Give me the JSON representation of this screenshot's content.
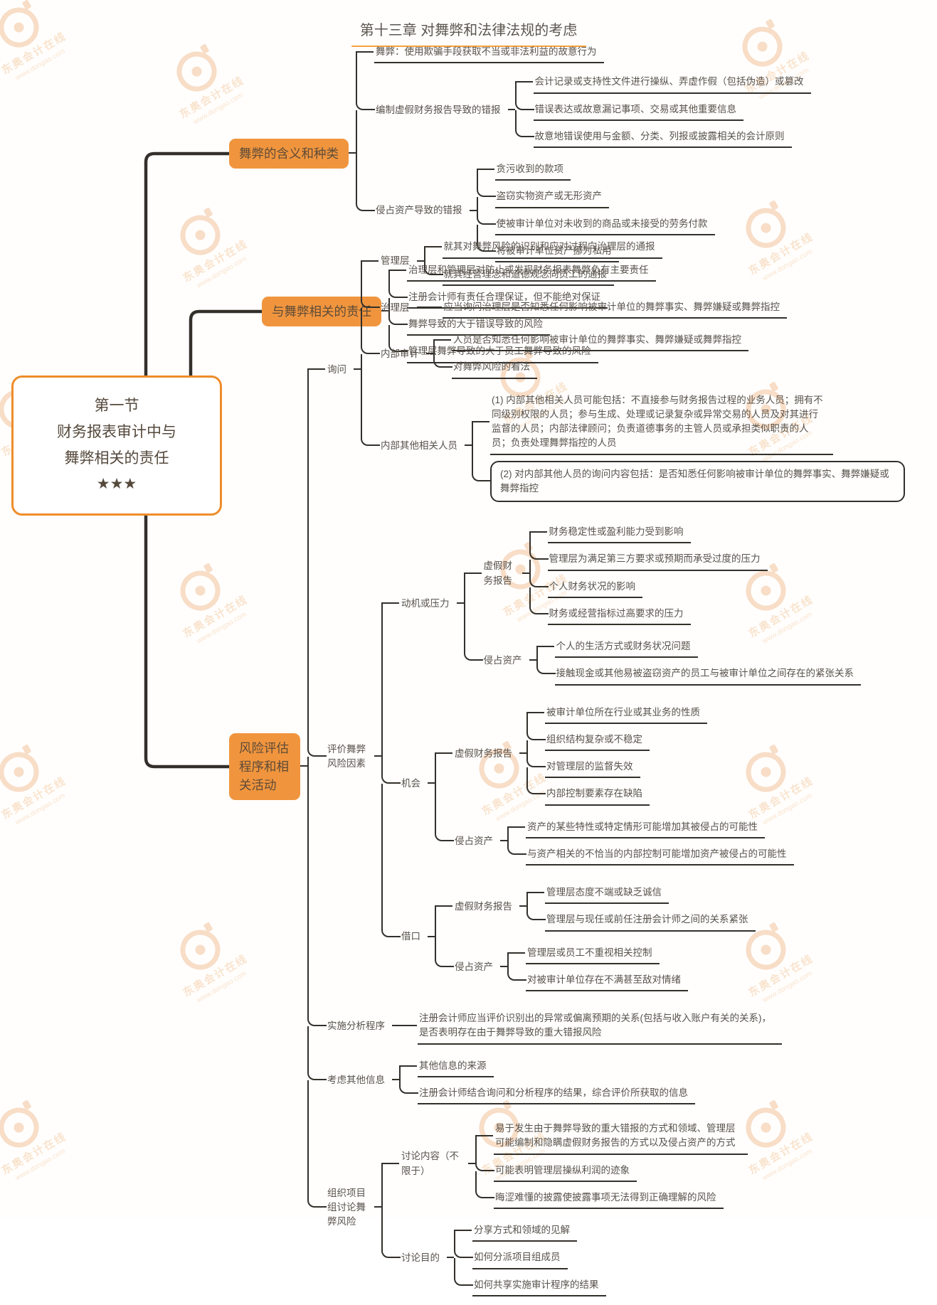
{
  "header": {
    "title": "第十三章 对舞弊和法律法规的考虑"
  },
  "watermark": {
    "brand": "东奥会计在线",
    "site": "www.dongao.com"
  },
  "accent_colors": {
    "branch_orange": "#f0953e",
    "connector": "#33302b",
    "title_underline": "#f6a13f",
    "root_border": "#ee8d2a"
  },
  "mindmap": {
    "root": {
      "lines": [
        "第一节",
        "财务报表审计中与",
        "舞弊相关的责任",
        "★★★"
      ]
    },
    "branches": [
      {
        "label": "舞弊的含义和种类",
        "children": [
          {
            "label": "舞弊：使用欺骗手段获取不当或非法利益的故意行为"
          },
          {
            "label": "编制虚假财务报告导致的错报",
            "children": [
              {
                "label": "会计记录或支持性文件进行操纵、弄虚作假（包括伪造）或篡改"
              },
              {
                "label": "错误表达或故意漏记事项、交易或其他重要信息"
              },
              {
                "label": "故意地错误使用与金额、分类、列报或披露相关的会计原则"
              }
            ]
          },
          {
            "label": "侵占资产导致的错报",
            "children": [
              {
                "label": "贪污收到的款项"
              },
              {
                "label": "盗窃实物资产或无形资产"
              },
              {
                "label": "使被审计单位对未收到的商品或未接受的劳务付款"
              },
              {
                "label": "将被审计单位资产挪为私用"
              }
            ]
          }
        ]
      },
      {
        "label": "与舞弊相关的责任",
        "children": [
          {
            "label": "治理层和管理层对防止或发现财务报表舞弊负有主要责任"
          },
          {
            "label": "注册会计师有责任合理保证，但不能绝对保证"
          },
          {
            "label": "舞弊导致的大于错误导致的风险"
          },
          {
            "label": "管理层舞弊导致的大于员工舞弊导致的风险"
          }
        ]
      },
      {
        "label": "风险评估程序和相关活动",
        "wrap": 72,
        "children": [
          {
            "label": "询问",
            "children": [
              {
                "label": "管理层",
                "children": [
                  {
                    "label": "就其对舞弊风险的识别和应对过程向治理层的通报"
                  },
                  {
                    "label": "就其经营理念和道德观念向员工的通报"
                  }
                ]
              },
              {
                "label": "治理层",
                "children": [
                  {
                    "label": "应当询问治理层是否知悉任何影响被审计单位的舞弊事实、舞弊嫌疑或舞弊指控"
                  }
                ]
              },
              {
                "label": "内部审计",
                "children": [
                  {
                    "label": "人员是否知悉任何影响被审计单位的舞弊事实、舞弊嫌疑或舞弊指控"
                  },
                  {
                    "label": "对舞弊风险的看法"
                  }
                ]
              },
              {
                "label": "内部其他相关人员",
                "children": [
                  {
                    "label": "(1) 内部其他相关人员可能包括：不直接参与财务报告过程的业务人员；拥有不同级别权限的人员；参与生成、处理或记录复杂或异常交易的人员及对其进行监督的人员；内部法律顾问；负责道德事务的主管人员或承担类似职责的人员；负责处理舞弊指控的人员",
                    "wrap": 470
                  },
                  {
                    "label": "(2) 对内部其他人员的询问内容包括：是否知悉任何影响被审计单位的舞弊事实、舞弊嫌疑或舞弊指控",
                    "wrap": 555,
                    "boxed": true
                  }
                ]
              }
            ]
          },
          {
            "label": "评价舞弊风险因素",
            "wrap": 56,
            "children": [
              {
                "label": "动机或压力",
                "children": [
                  {
                    "label": "虚假财务报告",
                    "wrap": 44,
                    "children": [
                      {
                        "label": "财务稳定性或盈利能力受到影响"
                      },
                      {
                        "label": "管理层为满足第三方要求或预期而承受过度的压力"
                      },
                      {
                        "label": "个人财务状况的影响"
                      },
                      {
                        "label": "财务或经营指标过高要求的压力"
                      }
                    ]
                  },
                  {
                    "label": "侵占资产",
                    "children": [
                      {
                        "label": "个人的生活方式或财务状况问题"
                      },
                      {
                        "label": "接触现金或其他易被盗窃资产的员工与被审计单位之间存在的紧张关系"
                      }
                    ]
                  }
                ]
              },
              {
                "label": "机会",
                "children": [
                  {
                    "label": "虚假财务报告",
                    "children": [
                      {
                        "label": "被审计单位所在行业或其业务的性质"
                      },
                      {
                        "label": "组织结构复杂或不稳定"
                      },
                      {
                        "label": "对管理层的监督失效"
                      },
                      {
                        "label": "内部控制要素存在缺陷"
                      }
                    ]
                  },
                  {
                    "label": "侵占资产",
                    "children": [
                      {
                        "label": "资产的某些特性或特定情形可能增加其被侵占的可能性"
                      },
                      {
                        "label": "与资产相关的不恰当的内部控制可能增加资产被侵占的可能性"
                      }
                    ]
                  }
                ]
              },
              {
                "label": "借口",
                "children": [
                  {
                    "label": "虚假财务报告",
                    "children": [
                      {
                        "label": "管理层态度不端或缺乏诚信"
                      },
                      {
                        "label": "管理层与现任或前任注册会计师之间的关系紧张"
                      }
                    ]
                  },
                  {
                    "label": "侵占资产",
                    "children": [
                      {
                        "label": "管理层或员工不重视相关控制"
                      },
                      {
                        "label": "对被审计单位存在不满甚至敌对情绪"
                      }
                    ]
                  }
                ]
              }
            ]
          },
          {
            "label": "实施分析程序",
            "children": [
              {
                "label": "注册会计师应当评价识别出的异常或偏离预期的关系(包括与收入账户有关的关系)，是否表明存在由于舞弊导致的重大错报风险",
                "wrap": 500
              }
            ]
          },
          {
            "label": "考虑其他信息",
            "children": [
              {
                "label": "其他信息的来源"
              },
              {
                "label": "注册会计师结合询问和分析程序的结果，综合评价所获取的信息"
              }
            ]
          },
          {
            "label": "组织项目组讨论舞弊风险",
            "wrap": 56,
            "children": [
              {
                "label": "讨论内容（不限于）",
                "wrap": 84,
                "children": [
                  {
                    "label": "易于发生由于舞弊导致的重大错报的方式和领域、管理层可能编制和隐瞒虚假财务报告的方式以及侵占资产的方式",
                    "wrap": 345
                  },
                  {
                    "label": "可能表明管理层操纵利润的迹象"
                  },
                  {
                    "label": "晦涩难懂的披露使披露事项无法得到正确理解的风险"
                  }
                ]
              },
              {
                "label": "讨论目的",
                "children": [
                  {
                    "label": "分享方式和领域的见解"
                  },
                  {
                    "label": "如何分派项目组成员"
                  },
                  {
                    "label": "如何共享实施审计程序的结果"
                  }
                ]
              }
            ]
          }
        ]
      }
    ]
  }
}
